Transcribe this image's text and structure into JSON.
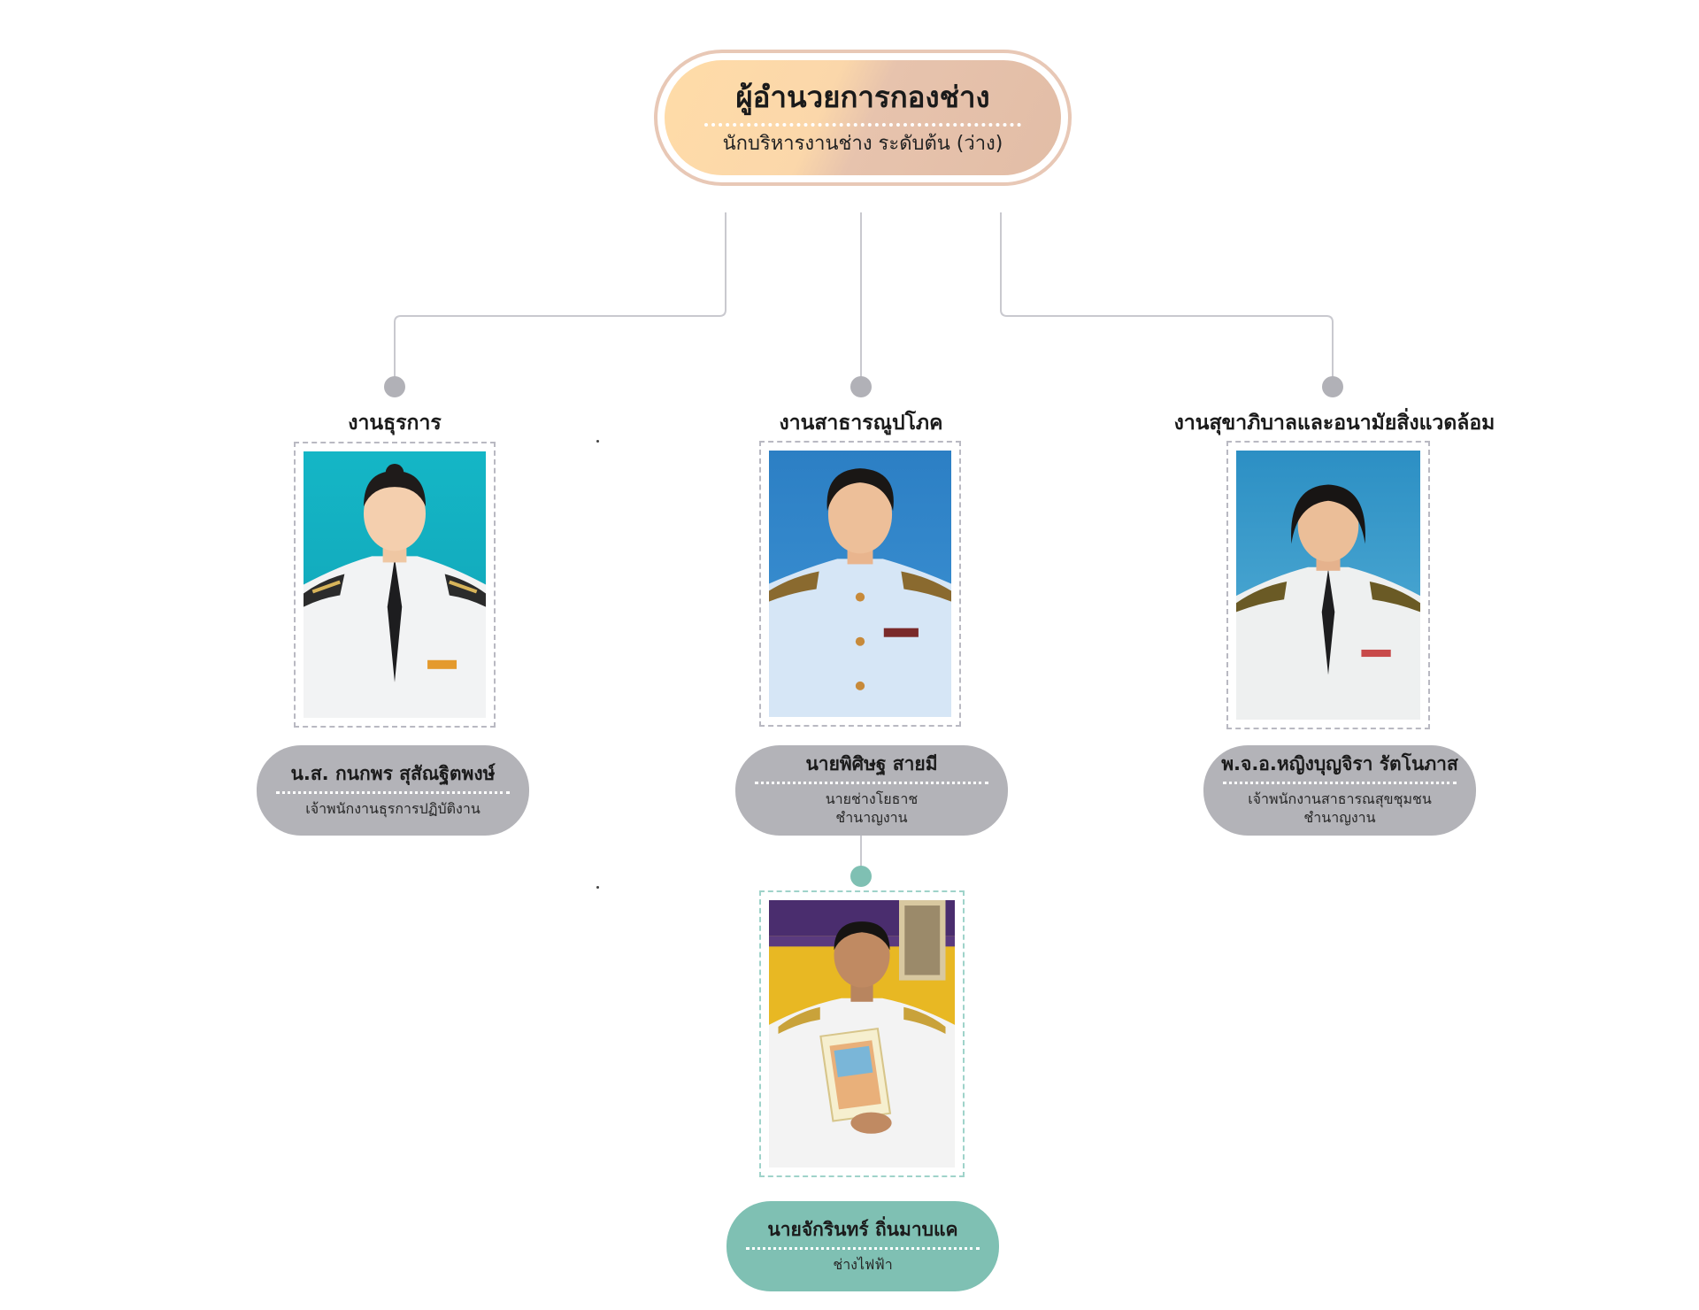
{
  "head": {
    "title": "ผู้อำนวยการกองช่าง",
    "subtitle": "นักบริหารงานช่าง ระดับต้น (ว่าง)"
  },
  "sections": {
    "admin": {
      "title": "งานธุรการ"
    },
    "public_works": {
      "title": "งานสาธารณูปโภค"
    },
    "sanitation": {
      "title": "งานสุขาภิบาลและอนามัยสิ่งแวดล้อม"
    }
  },
  "people": {
    "admin_staff": {
      "name": "น.ส. กนกพร สุสัณฐิตพงษ์",
      "role_line1": "เจ้าพนักงานธุรการปฏิบัติงาน"
    },
    "public_works_head": {
      "name": "นายพิศิษฐ สายมี",
      "role_line1": "นายช่างโยธาช",
      "role_line2": "ชำนาญงาน"
    },
    "sanitation_staff": {
      "name": "พ.จ.อ.หญิงบุญจิรา รัตโนภาส",
      "role_line1": "เจ้าพนักงานสาธารณสุขชุมชน",
      "role_line2": "ชำนาญงาน"
    },
    "electrician": {
      "name": "นายจักรินทร์ ถิ่นมาบแค",
      "role_line1": "ช่างไฟฟ้า"
    }
  },
  "colors": {
    "head_gradient_left": "#ffdca8",
    "head_gradient_right": "#e2bda6",
    "pill_gray": "#b3b3b8",
    "pill_teal": "#7fc0b3",
    "connector": "#c9c9cf"
  }
}
